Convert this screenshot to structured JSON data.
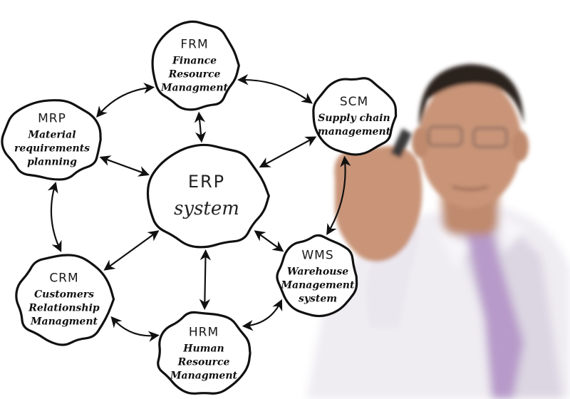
{
  "diagram": {
    "center": {
      "abbr": "ERP",
      "lines": [
        "system"
      ]
    },
    "nodes": [
      {
        "id": "frm",
        "abbr": "FRM",
        "lines": [
          "Finance",
          "Resource",
          "Managment"
        ]
      },
      {
        "id": "scm",
        "abbr": "SCM",
        "lines": [
          "Supply chain",
          "management"
        ]
      },
      {
        "id": "wms",
        "abbr": "WMS",
        "lines": [
          "Warehouse",
          "Management",
          "system"
        ]
      },
      {
        "id": "hrm",
        "abbr": "HRM",
        "lines": [
          "Human",
          "Resource",
          "Managment"
        ]
      },
      {
        "id": "crm",
        "abbr": "CRM",
        "lines": [
          "Customers",
          "Relationship",
          "Managment"
        ]
      },
      {
        "id": "mrp",
        "abbr": "MRP",
        "lines": [
          "Material",
          "requirements",
          "planning"
        ]
      }
    ],
    "links": [
      [
        "frm",
        "scm"
      ],
      [
        "scm",
        "wms"
      ],
      [
        "wms",
        "hrm"
      ],
      [
        "hrm",
        "crm"
      ],
      [
        "crm",
        "mrp"
      ],
      [
        "mrp",
        "frm"
      ],
      [
        "center",
        "frm"
      ],
      [
        "center",
        "scm"
      ],
      [
        "center",
        "wms"
      ],
      [
        "center",
        "hrm"
      ],
      [
        "center",
        "crm"
      ],
      [
        "center",
        "mrp"
      ]
    ]
  },
  "colors": {
    "stroke": "#111111",
    "skin": "#c99478",
    "hair": "#2b211c",
    "shirt": "#f1eef4",
    "tie": "#b79ac9"
  }
}
